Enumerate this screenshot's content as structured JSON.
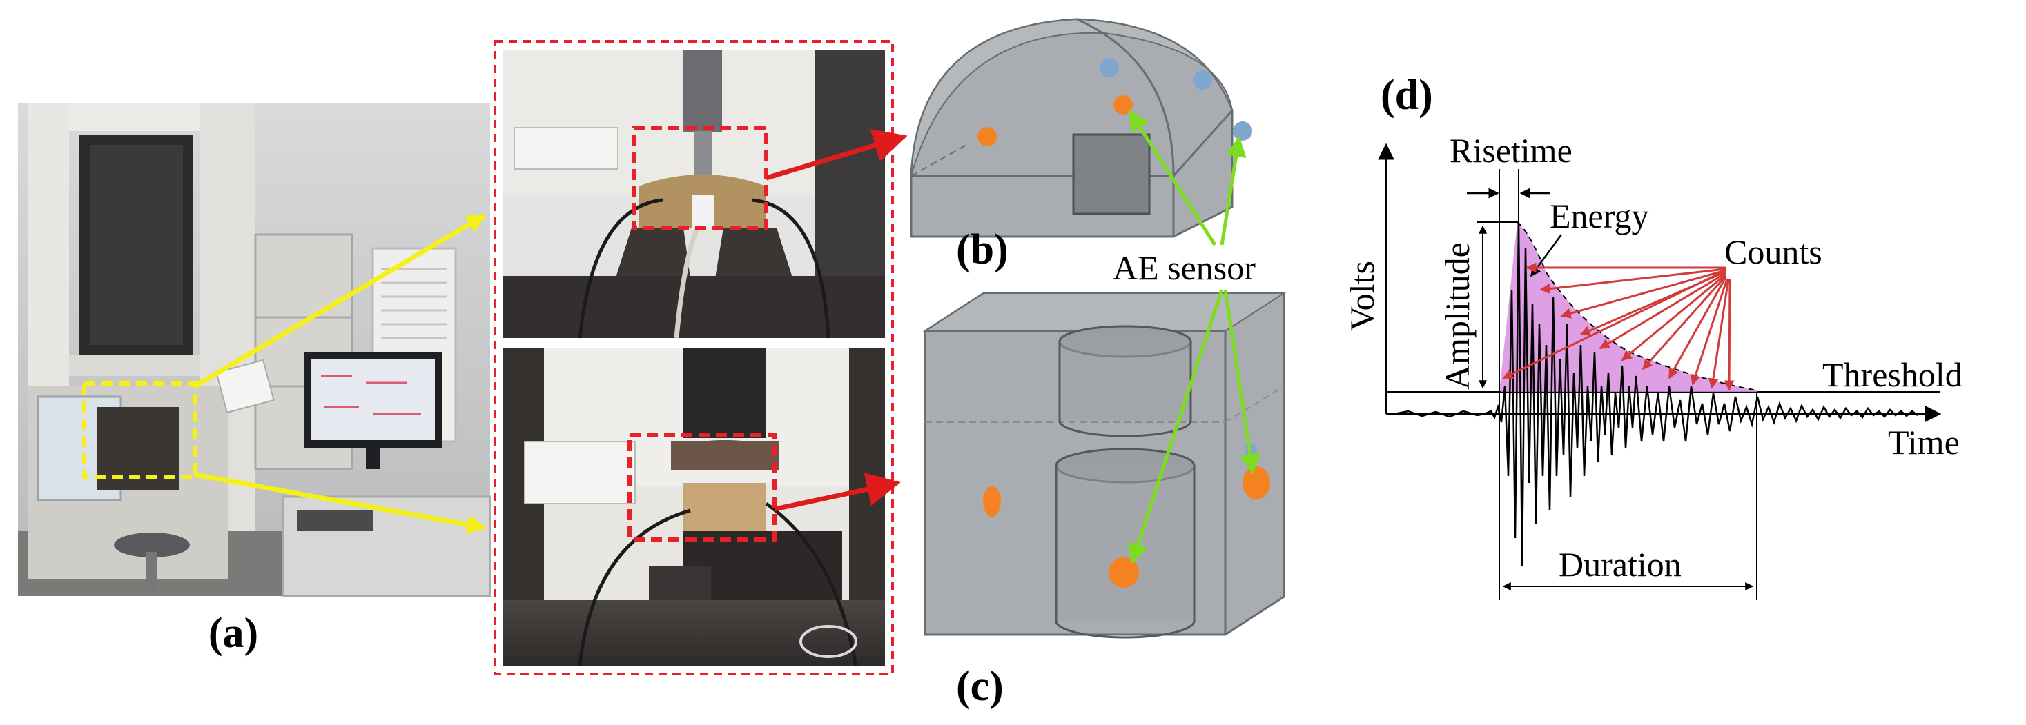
{
  "panels": {
    "a": "(a)",
    "b": "(b)",
    "c": "(c)",
    "d": "(d)"
  },
  "annotations": {
    "ae_sensor": "AE sensor"
  },
  "signal_plot": {
    "y_axis_label": "Volts",
    "x_axis_label": "Time",
    "risetime": "Risetime",
    "energy": "Energy",
    "counts": "Counts",
    "amplitude": "Amplitude",
    "threshold": "Threshold",
    "duration": "Duration"
  },
  "colors": {
    "highlight_box": "#e8202a",
    "pointer_yellow": "#f5ef1a",
    "sensor_orange": "#f58220",
    "sensor_blue": "#7fa6cf",
    "sensor_leader": "#7ddc1f",
    "energy_fill": "#d98ee0",
    "counts_arrows": "#d33a3a",
    "model_gray": "#a9adb1"
  }
}
